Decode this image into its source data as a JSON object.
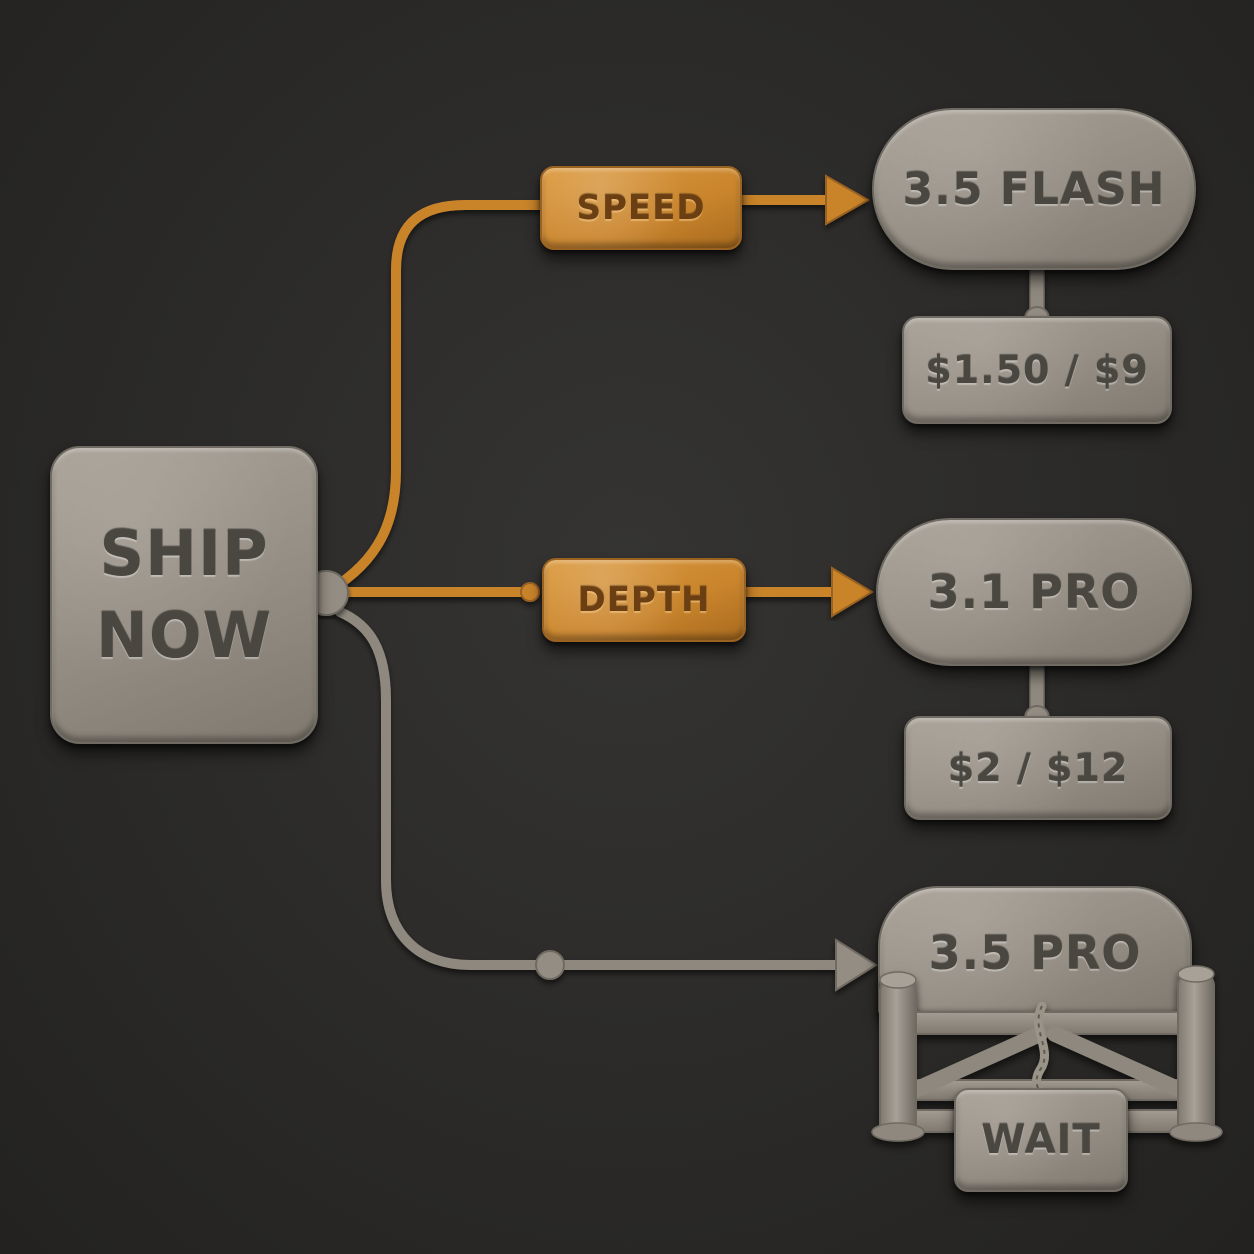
{
  "origin": {
    "line1": "SHIP",
    "line2": "NOW"
  },
  "branches": [
    {
      "label": "SPEED",
      "model": "3.5 FLASH",
      "price": "$1.50 / $9",
      "connector_color": "orange"
    },
    {
      "label": "DEPTH",
      "model": "3.1 PRO",
      "price": "$2 / $12",
      "connector_color": "orange"
    },
    {
      "label": "",
      "model": "3.5 PRO",
      "sign": "WAIT",
      "connector_color": "gray",
      "gated": true
    }
  ],
  "colors": {
    "background": "#2b2a28",
    "stone": "#948d83",
    "orange": "#c9842c",
    "engraving": "#4a4640"
  }
}
